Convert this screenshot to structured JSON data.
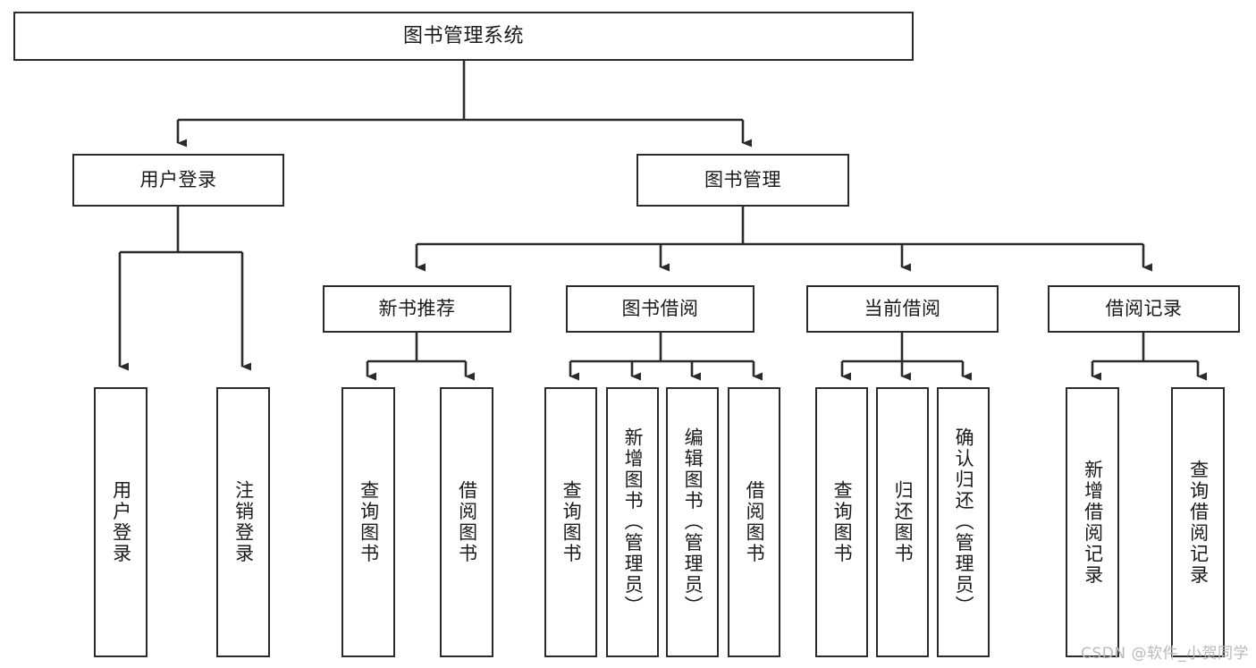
{
  "diagram": {
    "type": "tree-hierarchy",
    "title": "图书管理系统",
    "orientation": "top-down",
    "colors": {
      "box_border": "#2b2b2b",
      "box_fill": "#ffffff",
      "connector": "#2b2b2b",
      "text": "#1a1a1a",
      "watermark": "#b9b9b9",
      "background": "#ffffff"
    }
  },
  "nodes": {
    "root": {
      "label": "图书管理系统",
      "level": 0
    },
    "level1": [
      {
        "id": "user-login",
        "label": "用户登录"
      },
      {
        "id": "book-management",
        "label": "图书管理"
      }
    ],
    "level2": [
      {
        "id": "new-book-recommend",
        "label": "新书推荐",
        "parent": "book-management"
      },
      {
        "id": "book-borrow",
        "label": "图书借阅",
        "parent": "book-management"
      },
      {
        "id": "current-borrow",
        "label": "当前借阅",
        "parent": "book-management"
      },
      {
        "id": "borrow-record",
        "label": "借阅记录",
        "parent": "book-management"
      }
    ],
    "leaves": {
      "user-login": [
        {
          "id": "leaf-user-login",
          "label": "用户登录"
        },
        {
          "id": "leaf-user-logout",
          "label": "注销登录"
        }
      ],
      "new-book-recommend": [
        {
          "id": "leaf-query-book-1",
          "label": "查询图书"
        },
        {
          "id": "leaf-borrow-book-1",
          "label": "借阅图书"
        }
      ],
      "book-borrow": [
        {
          "id": "leaf-query-book-2",
          "label": "查询图书"
        },
        {
          "id": "leaf-add-book",
          "label": "新增图书（管理员）"
        },
        {
          "id": "leaf-edit-book",
          "label": "编辑图书（管理员）"
        },
        {
          "id": "leaf-borrow-book-2",
          "label": "借阅图书"
        }
      ],
      "current-borrow": [
        {
          "id": "leaf-query-book-3",
          "label": "查询图书"
        },
        {
          "id": "leaf-return-book",
          "label": "归还图书"
        },
        {
          "id": "leaf-confirm-return",
          "label": "确认归还（管理员）"
        }
      ],
      "borrow-record": [
        {
          "id": "leaf-add-record",
          "label": "新增借阅记录"
        },
        {
          "id": "leaf-query-record",
          "label": "查询借阅记录"
        }
      ]
    }
  },
  "watermark": {
    "text": "CSDN @软件_小贺同学"
  }
}
